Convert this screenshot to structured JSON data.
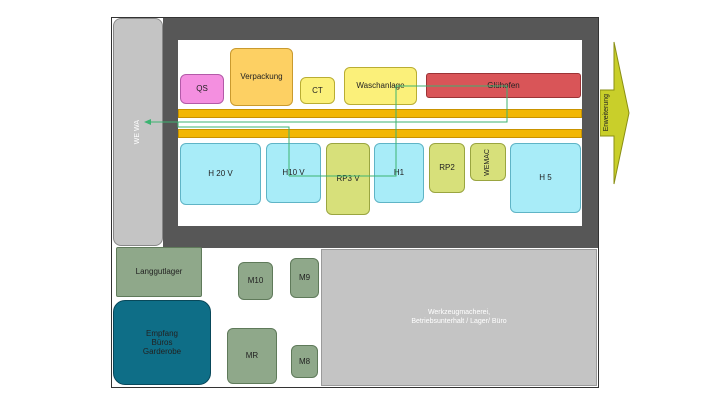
{
  "zones": {
    "we_wa": "WE WA",
    "qs": "QS",
    "verpackung": "Verpackung",
    "ct": "CT",
    "waschanlage": "Waschanlage",
    "gluehofen": "Glühofen",
    "h20v": "H 20 V",
    "h10v": "H10 V",
    "rp3v": "RP3 V",
    "h1": "H1",
    "rp2": "RP2",
    "wemac": "WEMAC",
    "h5": "H 5",
    "erweiterung": "Erweiterung",
    "langgutlager": "Langgutlager",
    "m10": "M10",
    "m9": "M9",
    "m8": "M8",
    "mr": "MR",
    "empfang": "Empfang\nBüros\nGarderobe",
    "werkzeug": "Werkzeugmacherei,\nBetriebsunterhalt / Lager/ Büro"
  },
  "colors": {
    "hall": "#575757",
    "lane": "#f2b705",
    "flow_line": "#3cb371",
    "pink": "#f48fe0",
    "orange": "#fdd063",
    "yellow": "#fbf07a",
    "red": "#d95558",
    "cyan": "#a8ecf8",
    "olive": "#d7e07a",
    "green": "#8fa88a",
    "teal": "#0e6e87",
    "gray": "#c4c4c4"
  }
}
